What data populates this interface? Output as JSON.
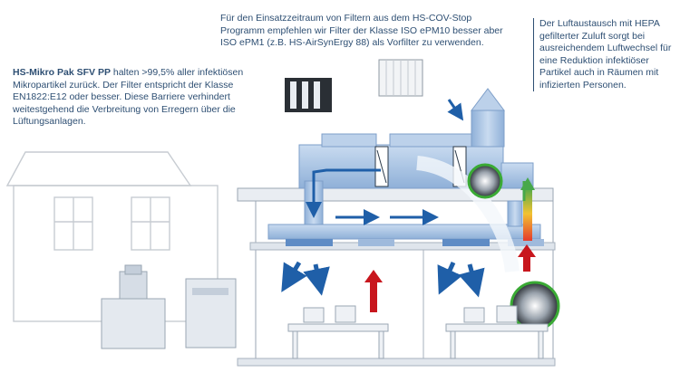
{
  "notes": {
    "top": "Für den Einsatzzeitraum von Filtern aus dem HS-COV-Stop Programm empfehlen wir Filter der Klasse ISO ePM10 besser aber ISO ePM1 (z.B. HS-AirSynErgy 88) als Vorfilter zu verwenden.",
    "left_product": "HS-Mikro Pak SFV PP",
    "left_text": " halten >99,5% aller infektiösen Mikropartikel zurück. Der Filter entspricht der Klasse EN1822:E12 oder besser. Diese Barriere verhindert weitestgehend die Verbreitung von Erregern über die Lüftungsanlagen.",
    "right": "Der Luftaustausch mit HEPA gefilterter Zuluft sorgt bei ausreichendem Luftwechsel für eine Reduktion infektiöser Partikel auch in Räumen mit infizierten Personen."
  },
  "colors": {
    "text": "#2e4f73",
    "duct": "#a9c4e4",
    "duct_dark": "#7e9fc9",
    "supply_arrow": "#1f5fa8",
    "exhaust_arrow": "#c8161d",
    "virus_ring": "#3aaa35"
  },
  "icons": [
    "filter-cassette-icon",
    "bag-filter-icon",
    "virus-particle-icon"
  ]
}
